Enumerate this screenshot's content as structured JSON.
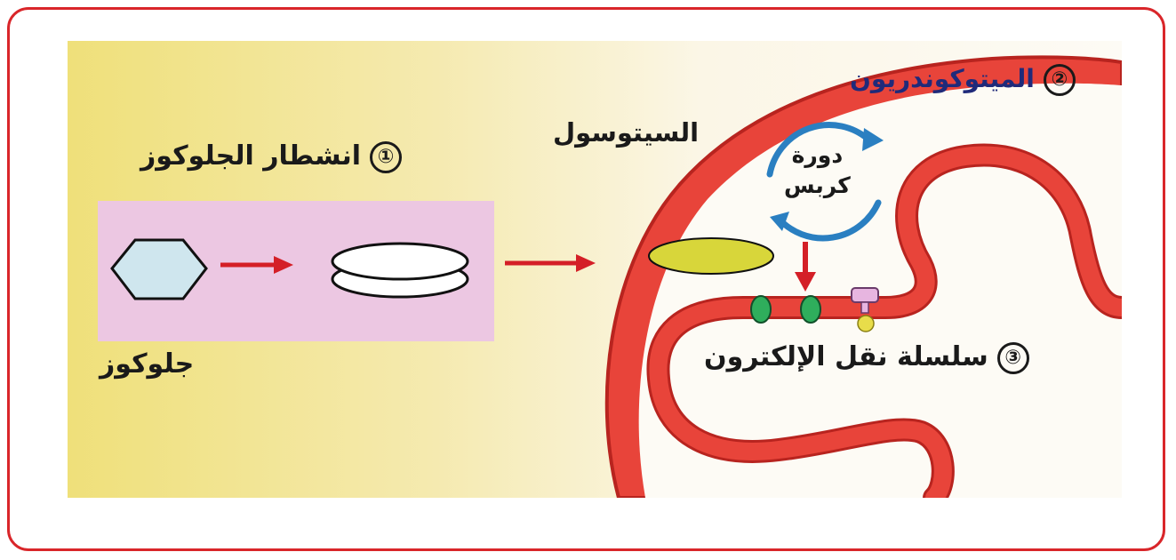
{
  "labels": {
    "step1_number": "①",
    "step1_text": "انشطار الجلوكوز",
    "glucose": "جلوكوز",
    "cytosol": "السيتوسول",
    "mitochondrion": "الميتوكوندريون",
    "step2_number": "②",
    "krebs_line1": "دورة",
    "krebs_line2": "كربس",
    "step3_number": "③",
    "step3_text": "سلسلة نقل الإلكترون"
  },
  "colors": {
    "frame": "#d9262a",
    "cytosol_bg": "#f3e58c",
    "glycolysis_box": "#ecc7e2",
    "glucose_fill": "#cfe6ee",
    "pyruvate_fill": "#d8d63a",
    "mitochondrion_fill": "#e8443a",
    "mito_membrane": "#c42a24",
    "arrow": "#d41f27",
    "krebs_cycle": "#2a7fc1",
    "protein_green": "#2fae5c",
    "mito_label": "#1f2a7a"
  },
  "icons": [
    "glucose-hexagon-icon",
    "split-molecule-icon",
    "pyruvate-icon",
    "krebs-cycle-icon",
    "protein-complex-icon",
    "atp-synthase-icon"
  ]
}
